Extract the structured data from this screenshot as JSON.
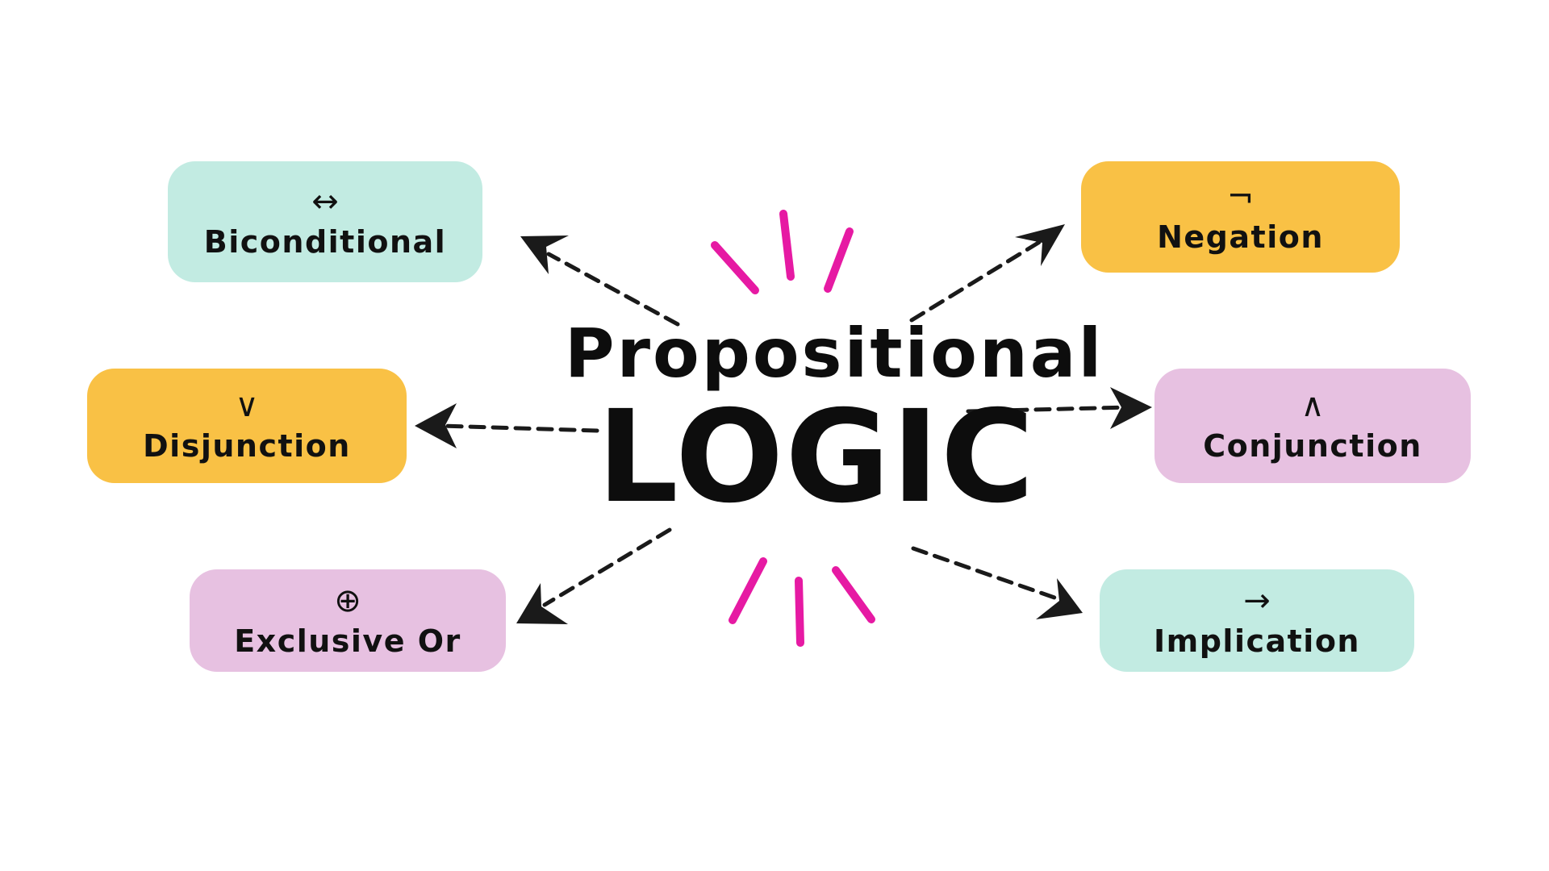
{
  "title": {
    "line1": "Propositional",
    "line2": "LOGIC"
  },
  "colors": {
    "teal": "#c2ebe2",
    "orange": "#f9c145",
    "pink": "#e7c1e1",
    "accent_magenta": "#e61aa3",
    "ink": "#111111"
  },
  "nodes": [
    {
      "id": "biconditional",
      "symbol": "↔",
      "label": "Biconditional",
      "color": "teal"
    },
    {
      "id": "negation",
      "symbol": "¬",
      "label": "Negation",
      "color": "orange"
    },
    {
      "id": "disjunction",
      "symbol": "∨",
      "label": "Disjunction",
      "color": "orange"
    },
    {
      "id": "conjunction",
      "symbol": "∧",
      "label": "Conjunction",
      "color": "pink"
    },
    {
      "id": "exclusive-or",
      "symbol": "⊕",
      "label": "Exclusive Or",
      "color": "pink"
    },
    {
      "id": "implication",
      "symbol": "→",
      "label": "Implication",
      "color": "teal"
    }
  ]
}
